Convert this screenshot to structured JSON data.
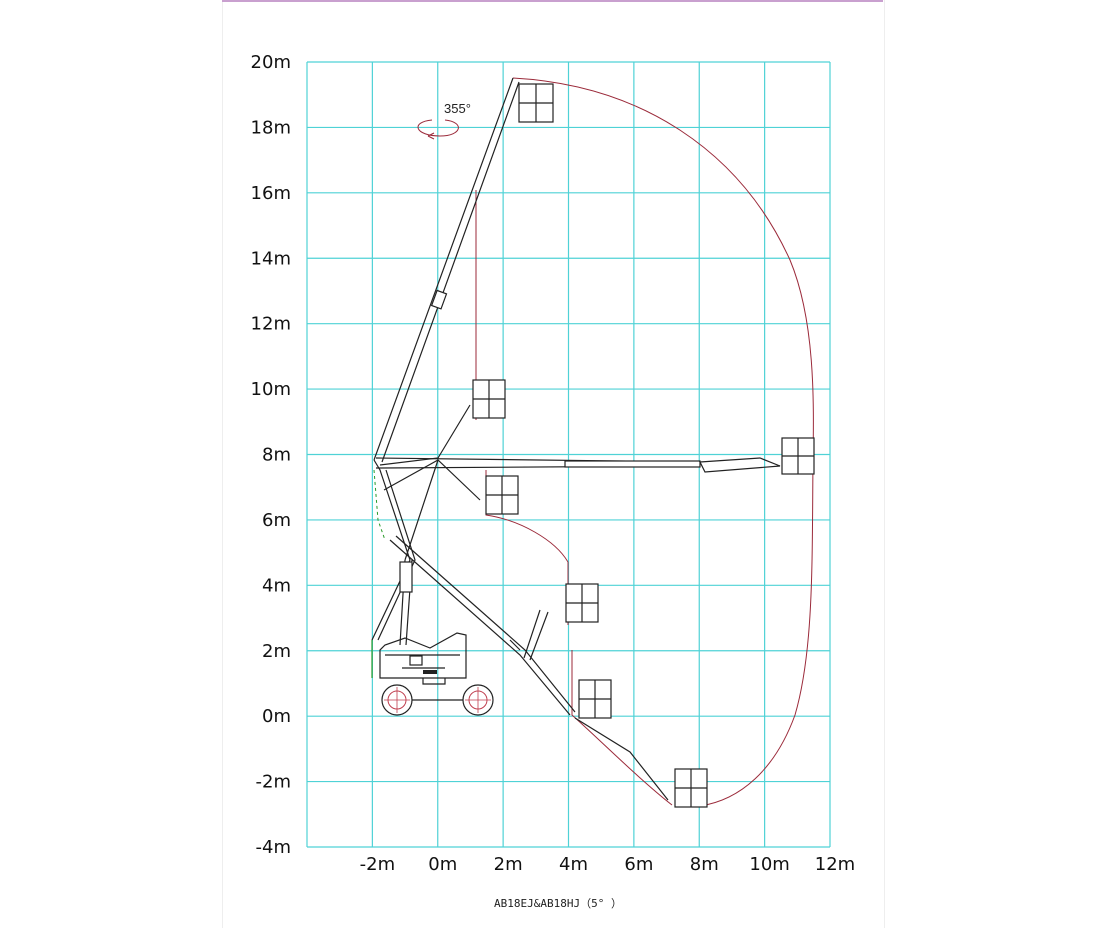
{
  "diagram": {
    "caption": "AB18EJ&AB18HJ（5° ）",
    "rotation_label": "355°",
    "x_ticks": [
      "-2m",
      "0m",
      "2m",
      "4m",
      "6m",
      "8m",
      "10m",
      "12m"
    ],
    "y_ticks": [
      "20m",
      "18m",
      "16m",
      "14m",
      "12m",
      "10m",
      "8m",
      "6m",
      "4m",
      "2m",
      "0m",
      "-2m",
      "-4m"
    ],
    "x_range_m": [
      -4,
      12
    ],
    "y_range_m": [
      -4,
      20
    ],
    "grid_step_m": 2,
    "colors": {
      "grid": "#4fd2d6",
      "envelope": "#9b2a3a",
      "machine": "#222222",
      "accent_line": "#c9a0cf"
    }
  }
}
